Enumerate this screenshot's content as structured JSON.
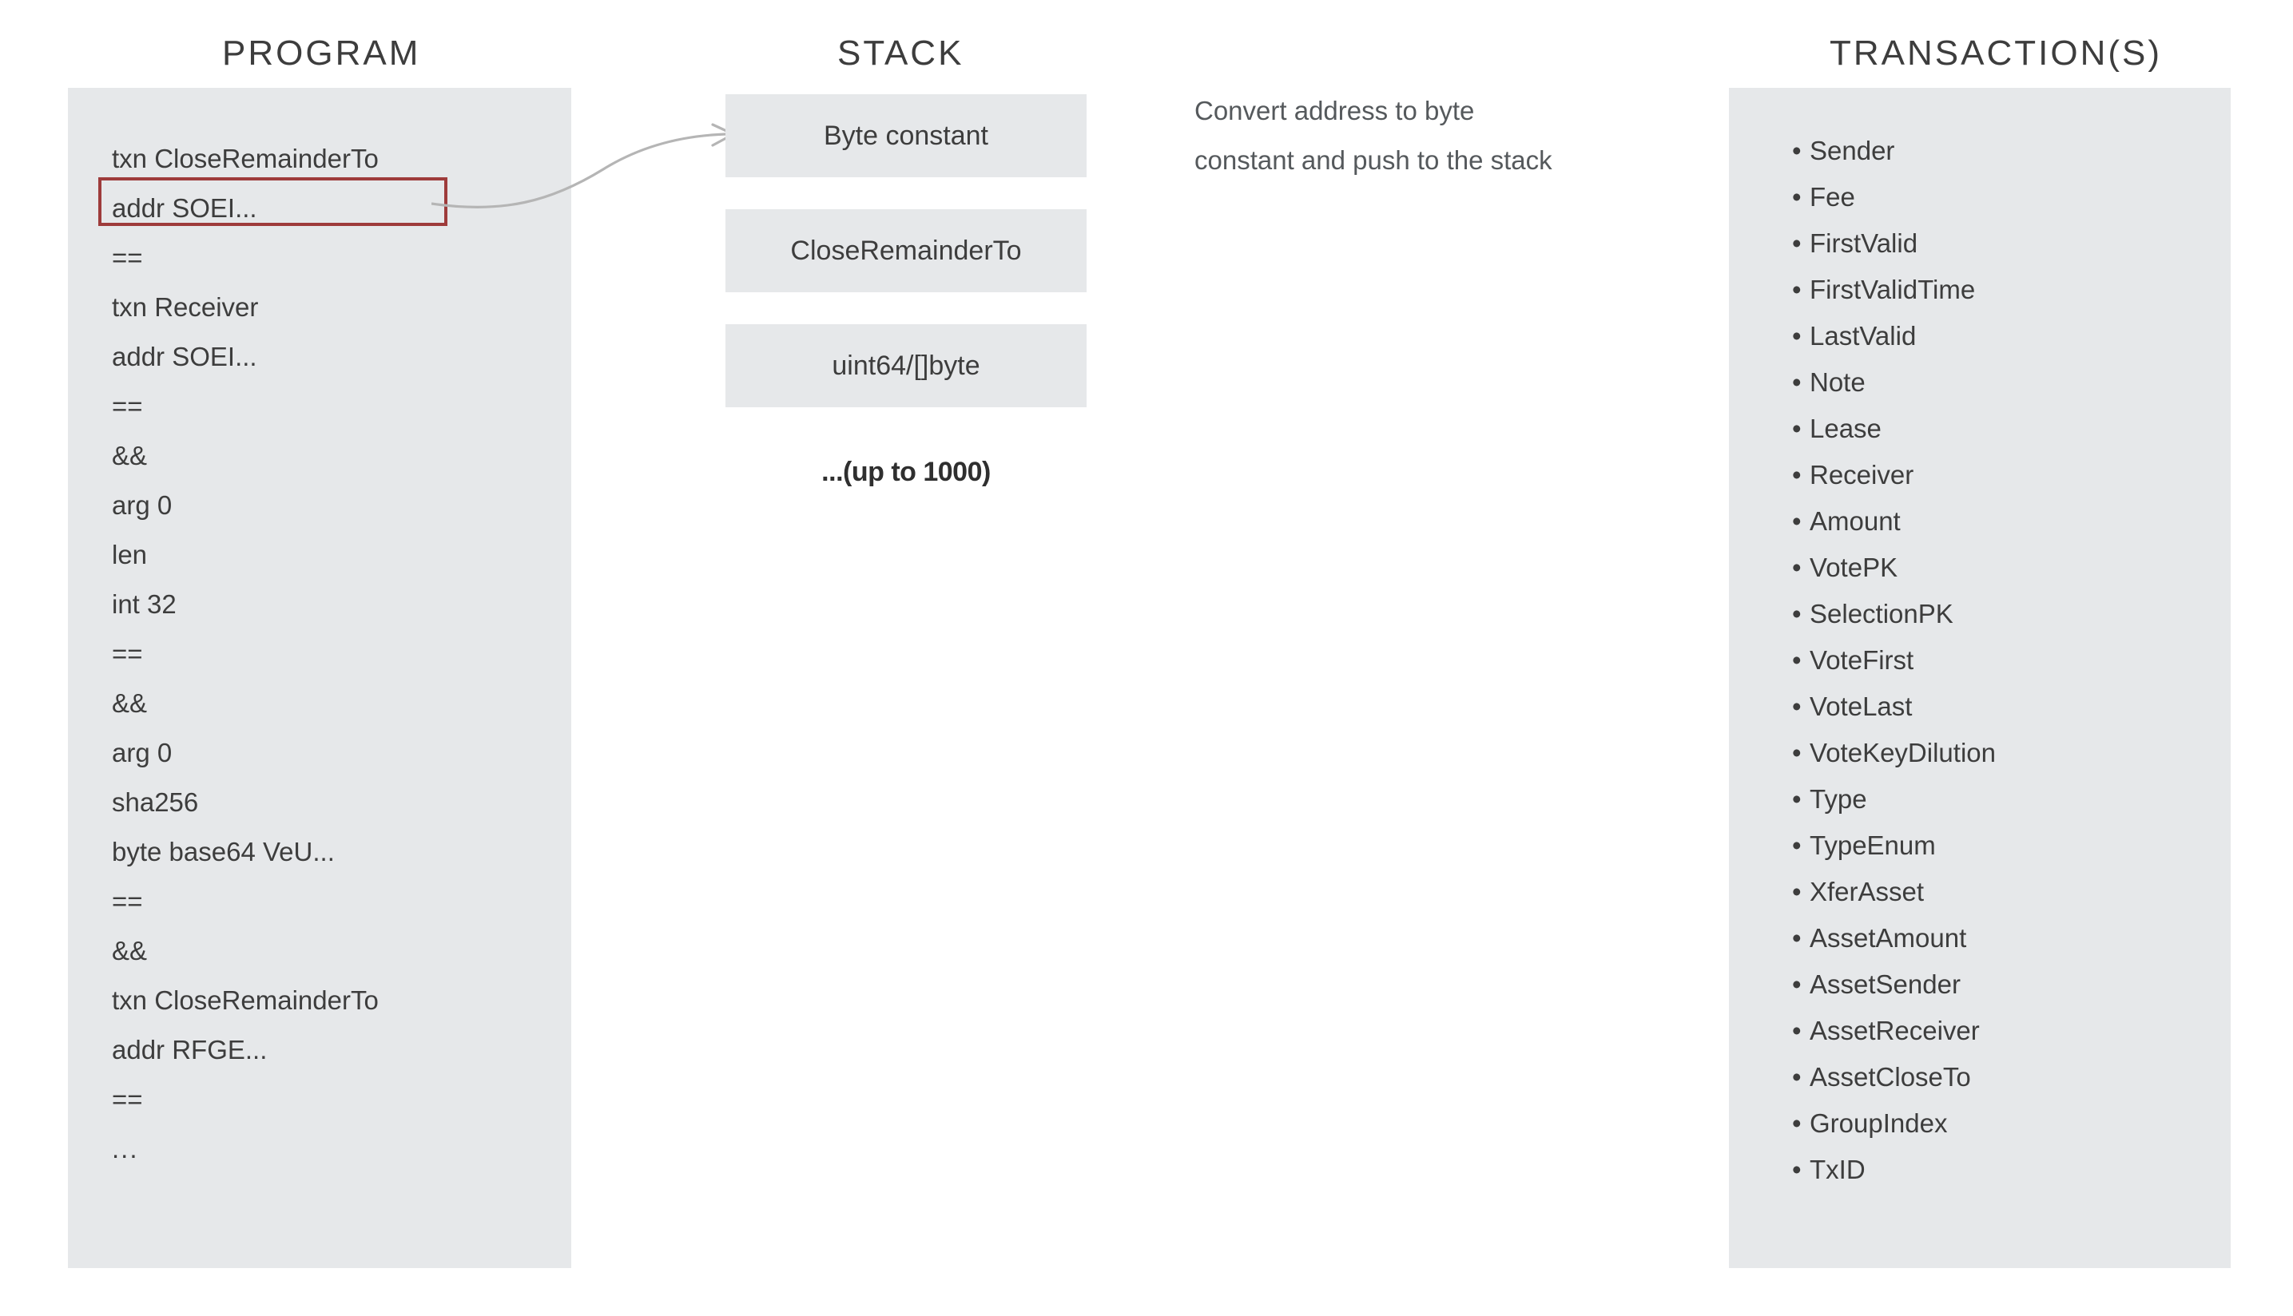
{
  "colors": {
    "panel_bg": "#e6e8ea",
    "highlight_border": "#9e3b3b",
    "text": "#3d3d3d",
    "annotation_text": "#55595c",
    "arrow": "#b3b3b3"
  },
  "headers": {
    "program": "PROGRAM",
    "stack": "STACK",
    "transactions": "TRANSACTION(S)"
  },
  "program": {
    "lines": [
      "txn CloseRemainderTo",
      "addr SOEI...",
      "==",
      "txn Receiver",
      "addr SOEI...",
      "==",
      "&&",
      "arg 0",
      "len",
      "int 32",
      "==",
      "&&",
      "arg 0",
      "sha256",
      "byte base64 VeU...",
      "==",
      "&&",
      "txn CloseRemainderTo",
      "addr RFGE...",
      "==",
      "..."
    ],
    "highlighted_line_index": 1,
    "highlighted_line_text": "addr SOEI..."
  },
  "stack": {
    "cells": [
      "Byte constant",
      "CloseRemainderTo",
      "uint64/[]byte"
    ],
    "more_label": "...(up to 1000)"
  },
  "annotation": {
    "line1": "Convert address to byte",
    "line2": "constant and push to the stack"
  },
  "transactions": {
    "bullet": "•",
    "items": [
      "Sender",
      "Fee",
      "FirstValid",
      "FirstValidTime",
      "LastValid",
      "Note",
      "Lease",
      "Receiver",
      "Amount",
      "VotePK",
      "SelectionPK",
      "VoteFirst",
      "VoteLast",
      "VoteKeyDilution",
      "Type",
      "TypeEnum",
      "XferAsset",
      "AssetAmount",
      "AssetSender",
      "AssetReceiver",
      "AssetCloseTo",
      "GroupIndex",
      "TxID"
    ]
  }
}
